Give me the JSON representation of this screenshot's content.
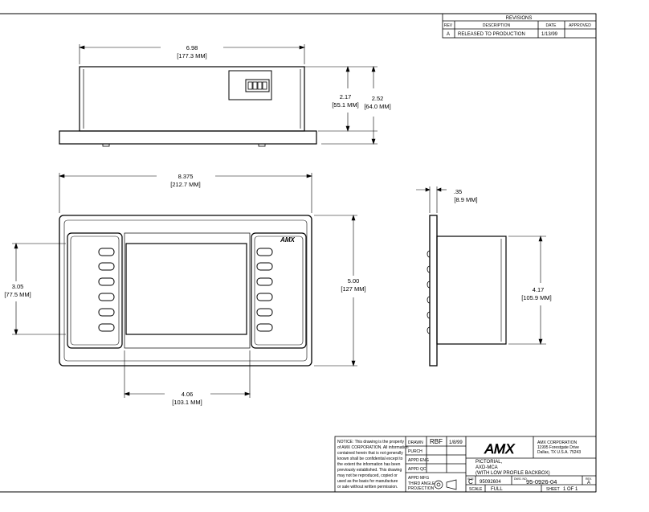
{
  "revisions": {
    "title": "REVISIONS",
    "headers": [
      "REV",
      "DESCRIPTION",
      "DATE",
      "APPROVED"
    ],
    "rows": [
      {
        "rev": "A",
        "description": "RELEASED TO PRODUCTION",
        "date": "1/13/99",
        "approved": ""
      }
    ]
  },
  "dimensions": {
    "top_width": "6.98",
    "top_width_mm": "[177.3 MM]",
    "top_height_1": "2.17",
    "top_height_1_mm": "[55.1 MM]",
    "top_height_2": "2.52",
    "top_height_2_mm": "[64.0 MM]",
    "front_width": "8.375",
    "front_width_mm": "[212.7 MM]",
    "front_height": "5.00",
    "front_height_mm": "[127 MM]",
    "left_height": "3.05",
    "left_height_mm": "[77.5 MM]",
    "bottom_width": "4.06",
    "bottom_width_mm": "[103.1 MM]",
    "side_depth": ".35",
    "side_depth_mm": "[8.9 MM]",
    "side_height": "4.17",
    "side_height_mm": "[105.9 MM]"
  },
  "front_logo": "AMX",
  "title_block": {
    "notice": [
      "NOTICE: This drawing is the property",
      "of AMX CORPORATION. All information",
      "contained herein that is not generally",
      "known shall be confidential except to",
      "the extent the information has been",
      "previously established. This drawing",
      "may not be reproduced, copied or",
      "used as the basis for manufacture",
      "or sale without written permission."
    ],
    "drawn_label": "DRAWN",
    "drawn_by": "RBF",
    "drawn_date": "1/8/99",
    "purch_label": "PURCH",
    "appd_eng_label": "APPD ENG",
    "appd_qc_label": "APPD QC",
    "appd_mfg_label": "APPD MFG",
    "projection_1": "THIRD ANGLE",
    "projection_2": "PROJECTION",
    "logo": "AMX",
    "company": "AMX CORPORATION",
    "address_1": "11995 Forestgate Drive",
    "address_2": "Dallas, TX U.S.A. 75243",
    "title_1": "PICTORIAL,",
    "title_2": "AXD-MCA",
    "title_3": "(WITH LOW PROFILE BACKBOX)",
    "size_label": "SIZE",
    "size": "C",
    "fscm": "95092604",
    "dwg_no_label": "DWG. NO.",
    "dwg_no": "95-0926-04",
    "rev_label": "REV.",
    "rev": "A",
    "scale_label": "SCALE",
    "scale": "FULL",
    "sheet_label": "SHEET",
    "sheet": "1 OF 1"
  }
}
